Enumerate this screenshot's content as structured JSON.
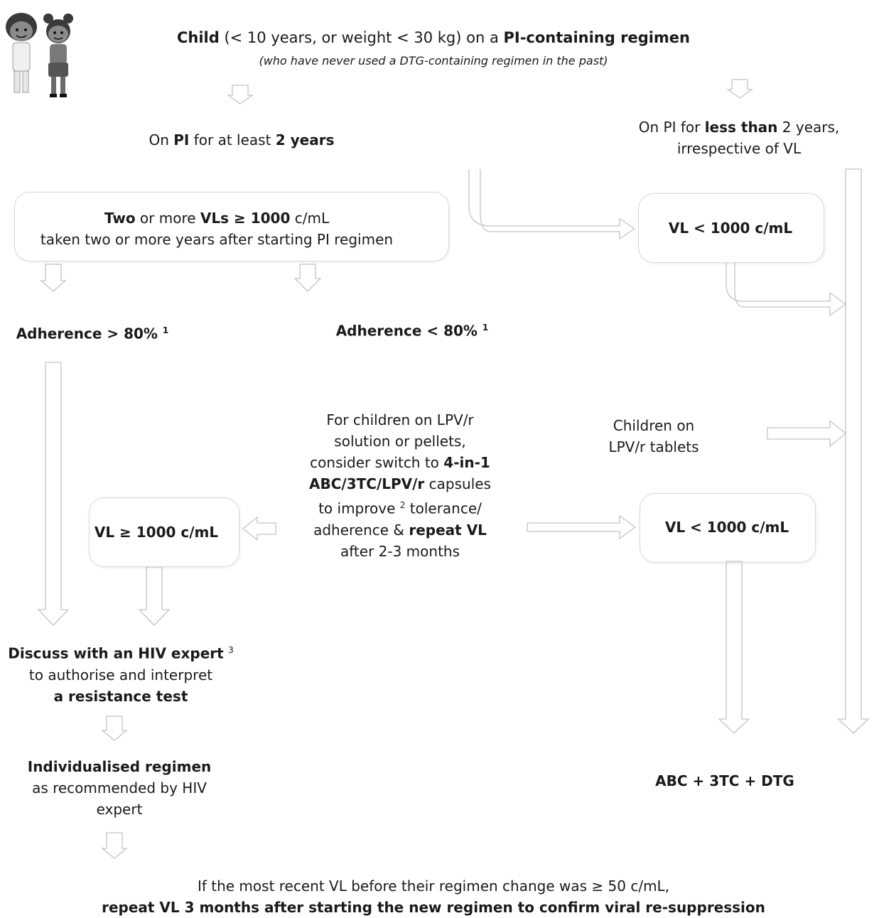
{
  "header": {
    "child_bold": "Child",
    "child_rest": " (< 10 years, or weight < 30 kg) on a ",
    "regimen_bold": "PI-containing regimen",
    "subtitle": "(who have never used a DTG-containing regimen in the past)"
  },
  "left_branch": {
    "p1": "On ",
    "pi": "PI",
    "p2": " for at least ",
    "two_years": "2 years"
  },
  "right_branch": {
    "p1": "On PI for ",
    "less_than": "less than",
    "p2": " 2 years,",
    "line2": "irrespective of VL"
  },
  "vl_box": {
    "two": "Two",
    "or_more": " or more ",
    "vls": "VLs ≥ 1000",
    "unit": " c/mL",
    "line2": "taken two or more years after starting PI regimen"
  },
  "vl_lt_top": "VL < 1000 c/mL",
  "adherence_gt": {
    "text": "Adherence > 80%",
    "sup": "1"
  },
  "adherence_lt": {
    "text": "Adherence < 80%",
    "sup": "1"
  },
  "switch_note": {
    "l1": "For children on LPV/r",
    "l2": "solution or pellets,",
    "l3a": "consider switch to ",
    "l3b": "4-in-1",
    "l4": "ABC/3TC/LPV/r",
    "l4b": " capsules",
    "l5a": "to improve ",
    "l5sup": "2",
    "l5b": " tolerance/",
    "l6a": "adherence & ",
    "l6b": "repeat VL",
    "l7": "after 2-3 months"
  },
  "lpv_tablets": {
    "l1": "Children on",
    "l2": "LPV/r tablets"
  },
  "vl_ge_box": "VL ≥ 1000 c/mL",
  "vl_lt_mid": "VL < 1000 c/mL",
  "discuss": {
    "l1": "Discuss with an HIV expert",
    "l1sup": "3",
    "l2": "to authorise and interpret",
    "l3": "a resistance test"
  },
  "individualised": {
    "l1": "Individualised regimen",
    "l2": "as recommended by HIV",
    "l3": "expert"
  },
  "final_regimen": "ABC + 3TC + DTG",
  "footer": {
    "l1": "If the most recent VL before their regimen change was ≥ 50 c/mL,",
    "l2": "repeat VL 3 months after starting the new regimen to confirm viral re-suppression"
  }
}
